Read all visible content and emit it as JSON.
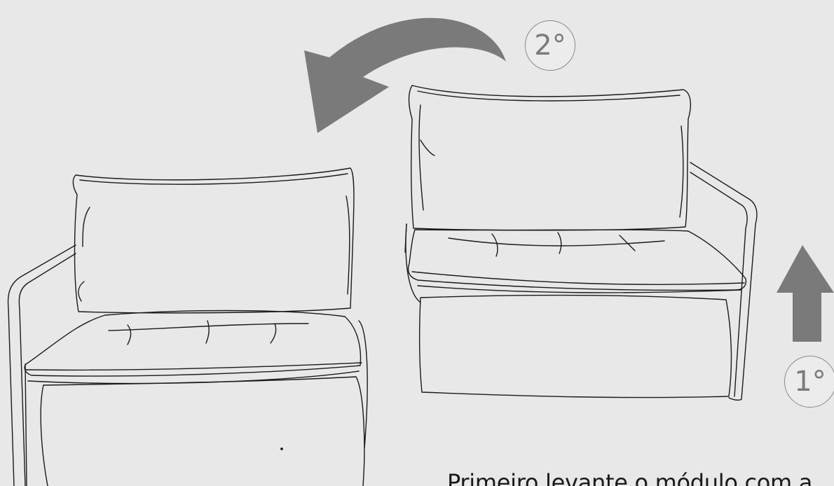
{
  "steps": {
    "first": {
      "label": "1°",
      "icon": "arrow-up-icon"
    },
    "second": {
      "label": "2°",
      "icon": "curved-arrow-left-icon"
    }
  },
  "caption": "Primeiro levante o módulo com a",
  "colors": {
    "background": "#e8e8e8",
    "arrow": "#7a7a7a",
    "line": "#1a1a1a"
  }
}
